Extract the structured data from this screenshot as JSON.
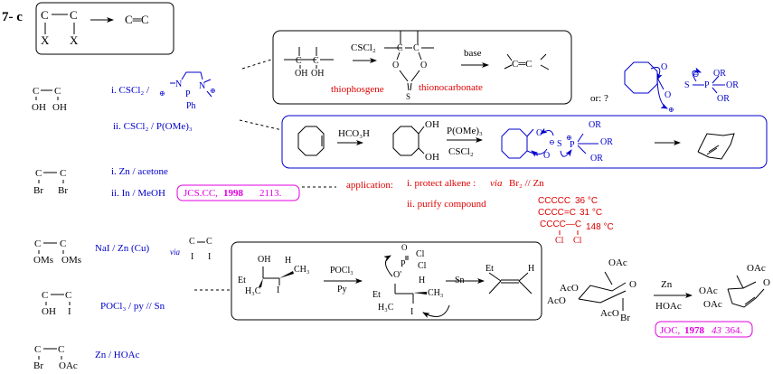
{
  "section": {
    "label": "7- c",
    "header_reaction": {
      "reactant_c1": "C",
      "reactant_c2": "C",
      "x1": "X",
      "x2": "X",
      "product": "C═C"
    }
  },
  "diols": {
    "substrate": {
      "c1": "C",
      "c2": "C",
      "g1": "OH",
      "g2": "OH"
    },
    "reagent_i": {
      "prefix": "i. CSCl₂ /",
      "n1": "N",
      "n2": "N",
      "p": "P",
      "ph": "Ph",
      "charge": "⊕"
    },
    "reagent_ii": "ii.  CSCl₂ / P(OMe)₃",
    "box1": {
      "reagent1": "CSCl₂",
      "reagent2": "base",
      "sub_oh1": "OH",
      "sub_oh2": "OH",
      "ring_o1": "O",
      "ring_o2": "O",
      "ring_s": "S",
      "label_thiophosgene": "thiophosgene",
      "label_thionocarbonate": "thionocarbonate",
      "c": "C",
      "alkene": "C═C"
    },
    "mechanism_alt": {
      "label": "or: ?",
      "o": "O",
      "s": "S",
      "p": "P",
      "or1": "OR",
      "or2": "OR",
      "or3": "OR",
      "minus": "⊖",
      "plus": "⊕"
    },
    "box2": {
      "reagent1": "HCO₃H",
      "reagent2_top": "P(OMe)₃",
      "reagent2_bottom": "CSCl₂",
      "oh1": "OH",
      "oh2": "OH",
      "o1": "O",
      "o2": "O",
      "s": "S",
      "p": "P",
      "or1": "OR",
      "or2": "OR",
      "or3": "OR",
      "plus": "⊕",
      "minus": "⊖"
    }
  },
  "dibromides": {
    "substrate": {
      "c1": "C",
      "c2": "C",
      "g1": "Br",
      "g2": "Br"
    },
    "reagent_i": "i. Zn / acetone",
    "reagent_ii": "ii.  In / MeOH",
    "ref": {
      "journal": "JCS.CC,",
      "year": "1998",
      "page": "2113."
    },
    "application": {
      "label": "application:",
      "item1_prefix": "i. protect alkene :",
      "item1_via": "via",
      "item1_reagents": "Br₂ // Zn",
      "item2": "ii.  purify compound"
    },
    "bp_table": [
      {
        "compound": "CCCCC",
        "bp": "36 °C"
      },
      {
        "compound": "CCCC=C",
        "bp": "31 °C"
      },
      {
        "compound": "CCCC—C",
        "bp": "148 °C",
        "cl1": "Cl",
        "cl2": "Cl"
      }
    ]
  },
  "dimesylates": {
    "substrate": {
      "c1": "C",
      "c2": "C",
      "g1": "OMs",
      "g2": "OMs"
    },
    "reagent": "NaI / Zn (Cu)",
    "via": "via",
    "intermediate": {
      "c1": "C",
      "c2": "C",
      "g1": "I",
      "g2": "I"
    }
  },
  "iodohydrins": {
    "substrate": {
      "c1": "C",
      "c2": "C",
      "g1": "OH",
      "g2": "I"
    },
    "reagent": "POCl₃ / py // Sn",
    "box3": {
      "sub_oh": "OH",
      "sub_h": "H",
      "sub_et": "Et",
      "sub_ch3a": "H₃C",
      "sub_ch3b": "CH₃",
      "sub_i": "I",
      "reagent1_top": "POCl₃",
      "reagent1_bottom": "Py",
      "int_o": "O",
      "int_p": "P",
      "int_cl1": "Cl",
      "int_cl2": "Cl",
      "int_o2": "O'",
      "int_h": "H",
      "int_et": "Et",
      "int_ch3a": "H₃C",
      "int_ch3b": "CH₃",
      "int_i": "I",
      "reagent2": "Sn",
      "prod_et": "Et",
      "prod_h": "H"
    }
  },
  "glycal": {
    "sub_oac_top": "OAc",
    "sub_aco1": "AcO",
    "sub_aco2": "AcO",
    "sub_aco3": "AcO",
    "sub_o": "O",
    "sub_br": "Br",
    "reagent_top": "Zn",
    "reagent_bottom": "HOAc",
    "prod_oac_top": "OAc",
    "prod_oac1": "OAc",
    "prod_oac2": "OAc",
    "prod_o": "O",
    "ref": {
      "journal": "JOC,",
      "year": "1978",
      "volume": "43",
      "page": "364."
    }
  },
  "bromoacetates": {
    "substrate": {
      "c1": "C",
      "c2": "C",
      "g1": "Br",
      "g2": "OAc"
    },
    "reagent": "Zn / HOAc"
  },
  "colors": {
    "ink": "#000000",
    "reagent_blue": "#0000cc",
    "note_red": "#e00000",
    "ref_magenta": "#e000e0"
  }
}
